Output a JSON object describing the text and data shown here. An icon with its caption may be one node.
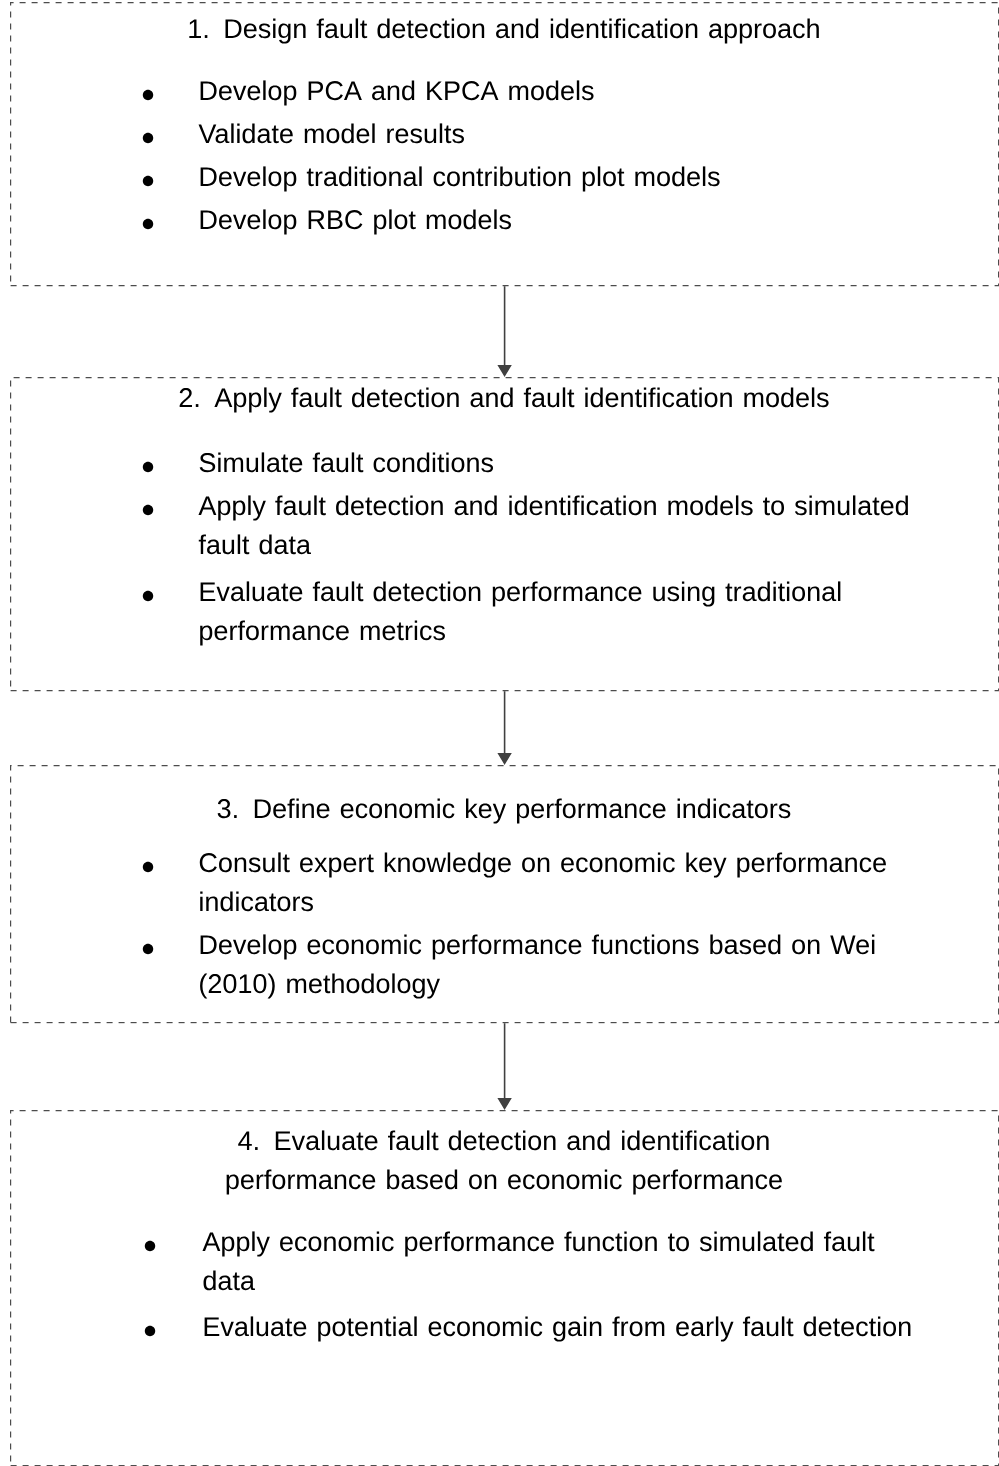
{
  "diagram": {
    "nodes": [
      {
        "text": [
          "1. Design fault detection and identification approach",
          "Develop PCA and KPCA models",
          "Validate model results",
          "Develop traditional contribution plot models",
          "Develop RBC plot models"
        ]
      },
      {
        "text": [
          "2. Apply fault detection and fault identification models",
          "Simulate fault conditions",
          "Apply fault detection and identification models to simulated fault data",
          "Evaluate fault detection performance using traditional performance metrics"
        ]
      },
      {
        "text": [
          "3. Define economic key performance indicators",
          "Consult expert knowledge on economic key performance indicators",
          "Develop economic performance functions based on Wei (2010) methodology"
        ]
      },
      {
        "text": [
          "4. Evaluate fault detection and identification performance based on economic performance",
          "Apply economic performance function to simulated fault data",
          "Evaluate potential economic gain from early fault detection"
        ]
      }
    ],
    "edges": [
      {
        "from": 0,
        "to": 1,
        "arrow": "to"
      },
      {
        "from": 1,
        "to": 2,
        "arrow": "to"
      },
      {
        "from": 2,
        "to": 3,
        "arrow": "to"
      }
    ]
  }
}
